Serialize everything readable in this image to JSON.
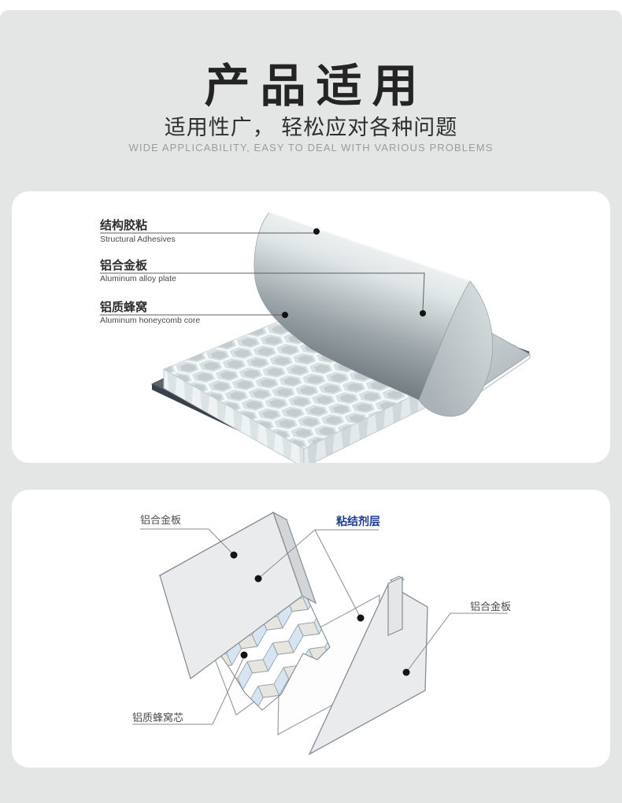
{
  "page": {
    "background": "#e4e5e5",
    "card_background": "#ffffff"
  },
  "header": {
    "title": "产品适用",
    "subtitle_cn": "适用性广， 轻松应对各种问题",
    "subtitle_en": "WIDE APPLICABILITY, EASY TO DEAL WITH VARIOUS PROBLEMS"
  },
  "card1": {
    "labels": [
      {
        "cn": "结构胶粘",
        "en": "Structural Adhesives"
      },
      {
        "cn": "铝合金板",
        "en": "Aluminum alloy plate"
      },
      {
        "cn": "铝质蜂窝",
        "en": "Aluminum honeycomb core"
      }
    ]
  },
  "card2": {
    "labels": {
      "plate_left": "铝合金板",
      "adhesive": "粘结剂层",
      "plate_right": "铝合金板",
      "core": "铝质蜂窝芯"
    }
  },
  "colors": {
    "adhesive_label": "#1c3d8d",
    "title": "#242424",
    "subtitle_en": "#9c9c9c"
  }
}
